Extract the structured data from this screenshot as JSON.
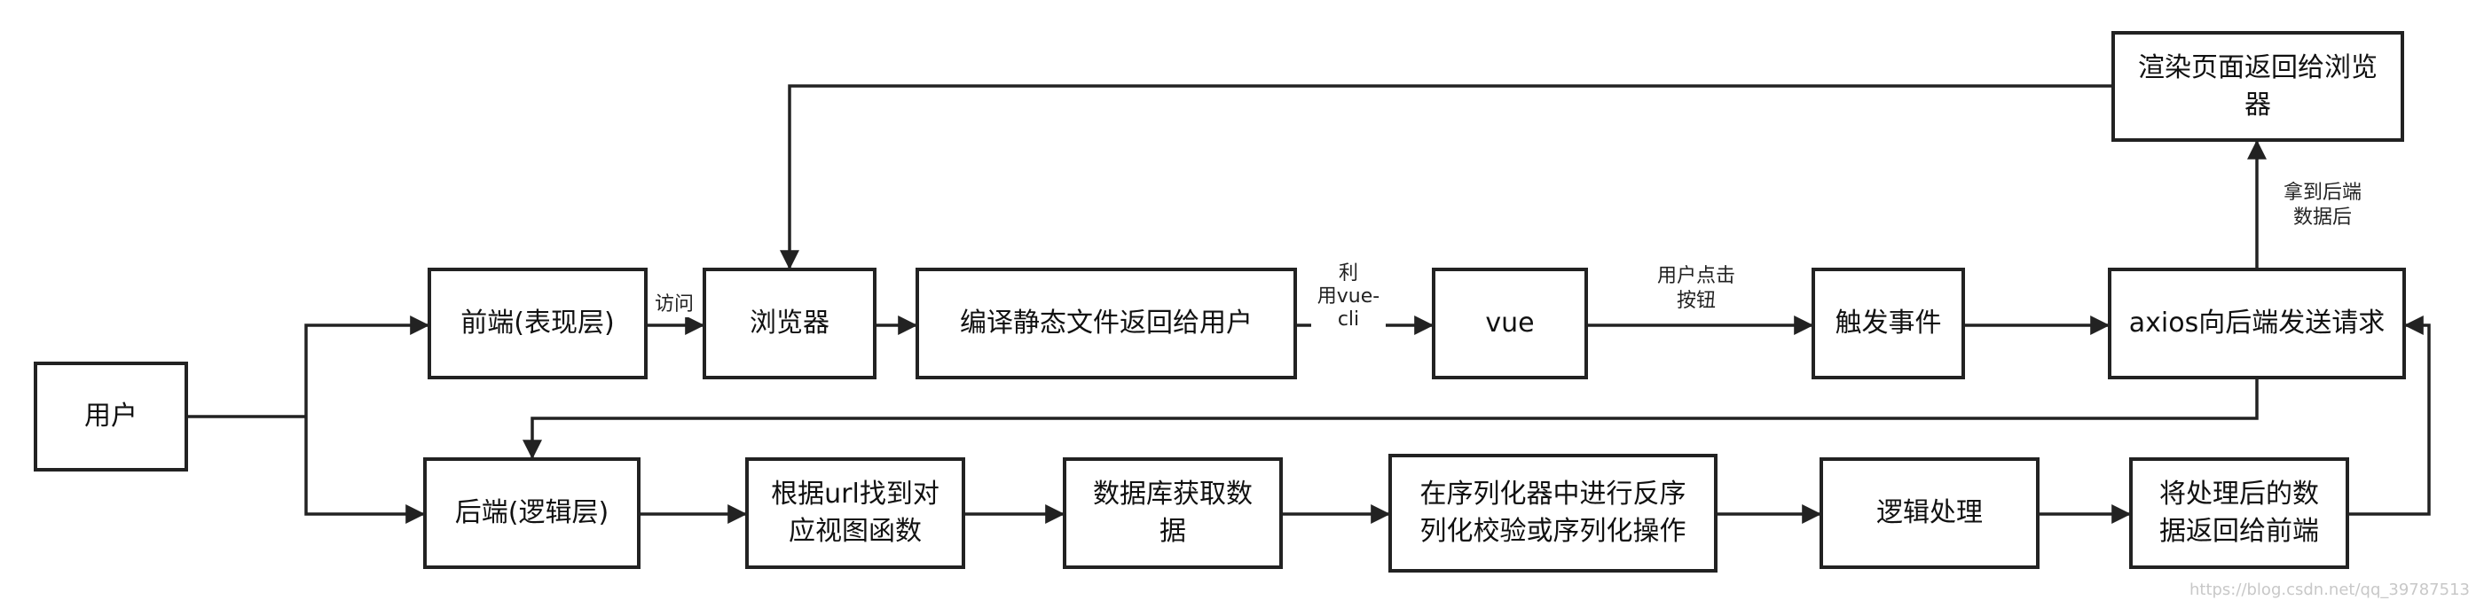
{
  "nodes": {
    "user": "用户",
    "frontend": "前端(表现层)",
    "browser": "浏览器",
    "compile": "编译静态文件返回给用户",
    "vue": "vue",
    "trigger": "触发事件",
    "axios": "axios向后端发送请求",
    "render_line1": "渲染页面返回给浏览",
    "render_line2": "器",
    "backend": "后端(逻辑层)",
    "url_line1": "根据url找到对",
    "url_line2": "应视图函数",
    "db_line1": "数据库获取数",
    "db_line2": "据",
    "serializer_line1": "在序列化器中进行反序",
    "serializer_line2": "列化校验或序列化操作",
    "logic": "逻辑处理",
    "return_line1": "将处理后的数",
    "return_line2": "据返回给前端"
  },
  "edge_labels": {
    "visit": "访问",
    "use_vue_line1": "利",
    "use_vue_line2": "用vue-",
    "use_vue_line3": "cli",
    "click_line1": "用户点击",
    "click_line2": "按钮",
    "got_data_line1": "拿到后端",
    "got_data_line2": "数据后"
  },
  "watermark": "https://blog.csdn.net/qq_39787513"
}
